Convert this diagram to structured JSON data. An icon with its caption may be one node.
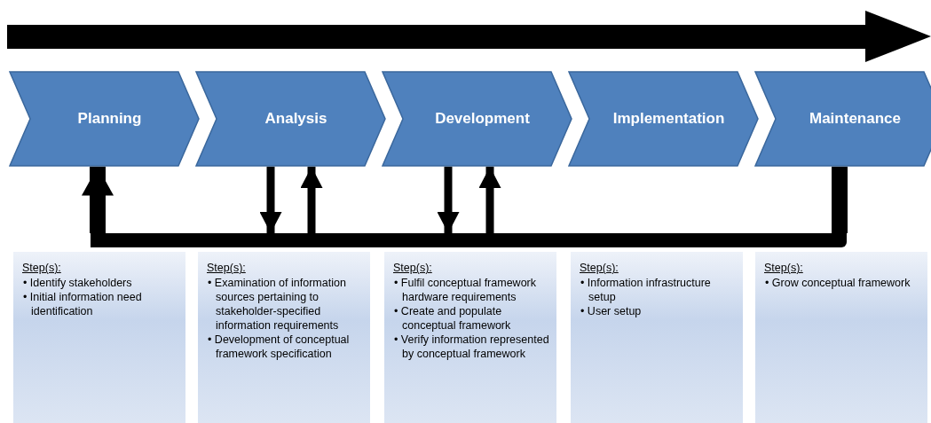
{
  "diagram": {
    "nodes": [
      {
        "text": [
          "Planning"
        ]
      },
      {
        "text": [
          "Analysis"
        ]
      },
      {
        "text": [
          "Development"
        ]
      },
      {
        "text": [
          "Implementation"
        ]
      },
      {
        "text": [
          "Maintenance"
        ]
      },
      {
        "text": [],
        "shape": "bar"
      },
      {
        "text": [
          "Step(s):",
          "• Identify stakeholders",
          "• Initial information need identification"
        ]
      },
      {
        "text": [
          "Step(s):",
          "• Examination of information sources pertaining to stakeholder-specified information requirements",
          "• Development of conceptual framework specification"
        ]
      },
      {
        "text": [
          "Step(s):",
          "• Fulfil conceptual framework hardware requirements",
          "• Create and populate conceptual framework",
          "• Verify information represented by conceptual framework"
        ]
      },
      {
        "text": [
          "Step(s):",
          "• Information infrastructure setup",
          "• User setup"
        ]
      },
      {
        "text": [
          "Step(s):",
          "• Grow conceptual framework"
        ]
      }
    ],
    "edges": [
      {
        "from": 4,
        "to": 5,
        "arrow": "none",
        "style": "thick"
      },
      {
        "from": 5,
        "to": 0,
        "arrow": "to",
        "style": "thick"
      },
      {
        "from": 1,
        "to": 5,
        "arrow": "to"
      },
      {
        "from": 5,
        "to": 1,
        "arrow": "to"
      },
      {
        "from": 2,
        "to": 5,
        "arrow": "to"
      },
      {
        "from": 5,
        "to": 2,
        "arrow": "to"
      }
    ]
  }
}
